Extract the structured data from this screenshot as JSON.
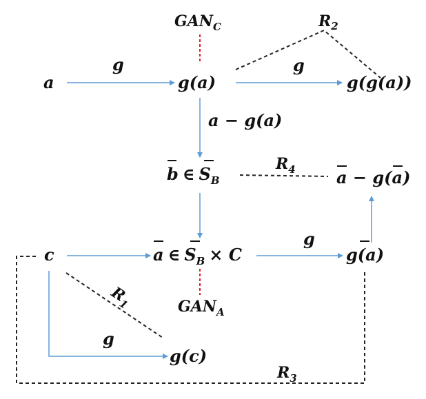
{
  "colors": {
    "arrow": "#5b9bd5",
    "gan_link": "#e02020",
    "relation": "#222222",
    "text": "#111111"
  },
  "nodes": {
    "gan_c": {
      "main": "GAN",
      "sub": "C"
    },
    "a": {
      "text": "a"
    },
    "g_a": {
      "text": "g(a)"
    },
    "g_g_a": {
      "text": "g(g(a))"
    },
    "b_in_sb": {
      "b": "b",
      "in": "∈",
      "s": "S",
      "sub": "B"
    },
    "abar_minus": {
      "a1": "a",
      "mid": " − g(",
      "a2": "a",
      "end": ")"
    },
    "c": {
      "text": "c"
    },
    "abar_in": {
      "a": "a",
      "in": "∈",
      "s": "S",
      "sub": "B",
      "times": "× C"
    },
    "g_abar": {
      "pre": "g(",
      "a": "a",
      "end": ")"
    },
    "gan_a": {
      "main": "GAN",
      "sub": "A"
    },
    "g_c": {
      "text": "g(c)"
    }
  },
  "edges": {
    "a_to_ga": {
      "label": "g"
    },
    "ga_to_gga": {
      "label": "g"
    },
    "ga_to_b": {
      "label": "a − g(a)"
    },
    "abar_to_gabar": {
      "label": "g"
    },
    "c_to_gc": {
      "label": "g"
    }
  },
  "relations": {
    "r1": {
      "main": "R",
      "sub": "1"
    },
    "r2": {
      "main": "R",
      "sub": "2"
    },
    "r3": {
      "main": "R",
      "sub": "3"
    },
    "r4": {
      "main": "R",
      "sub": "4"
    }
  }
}
